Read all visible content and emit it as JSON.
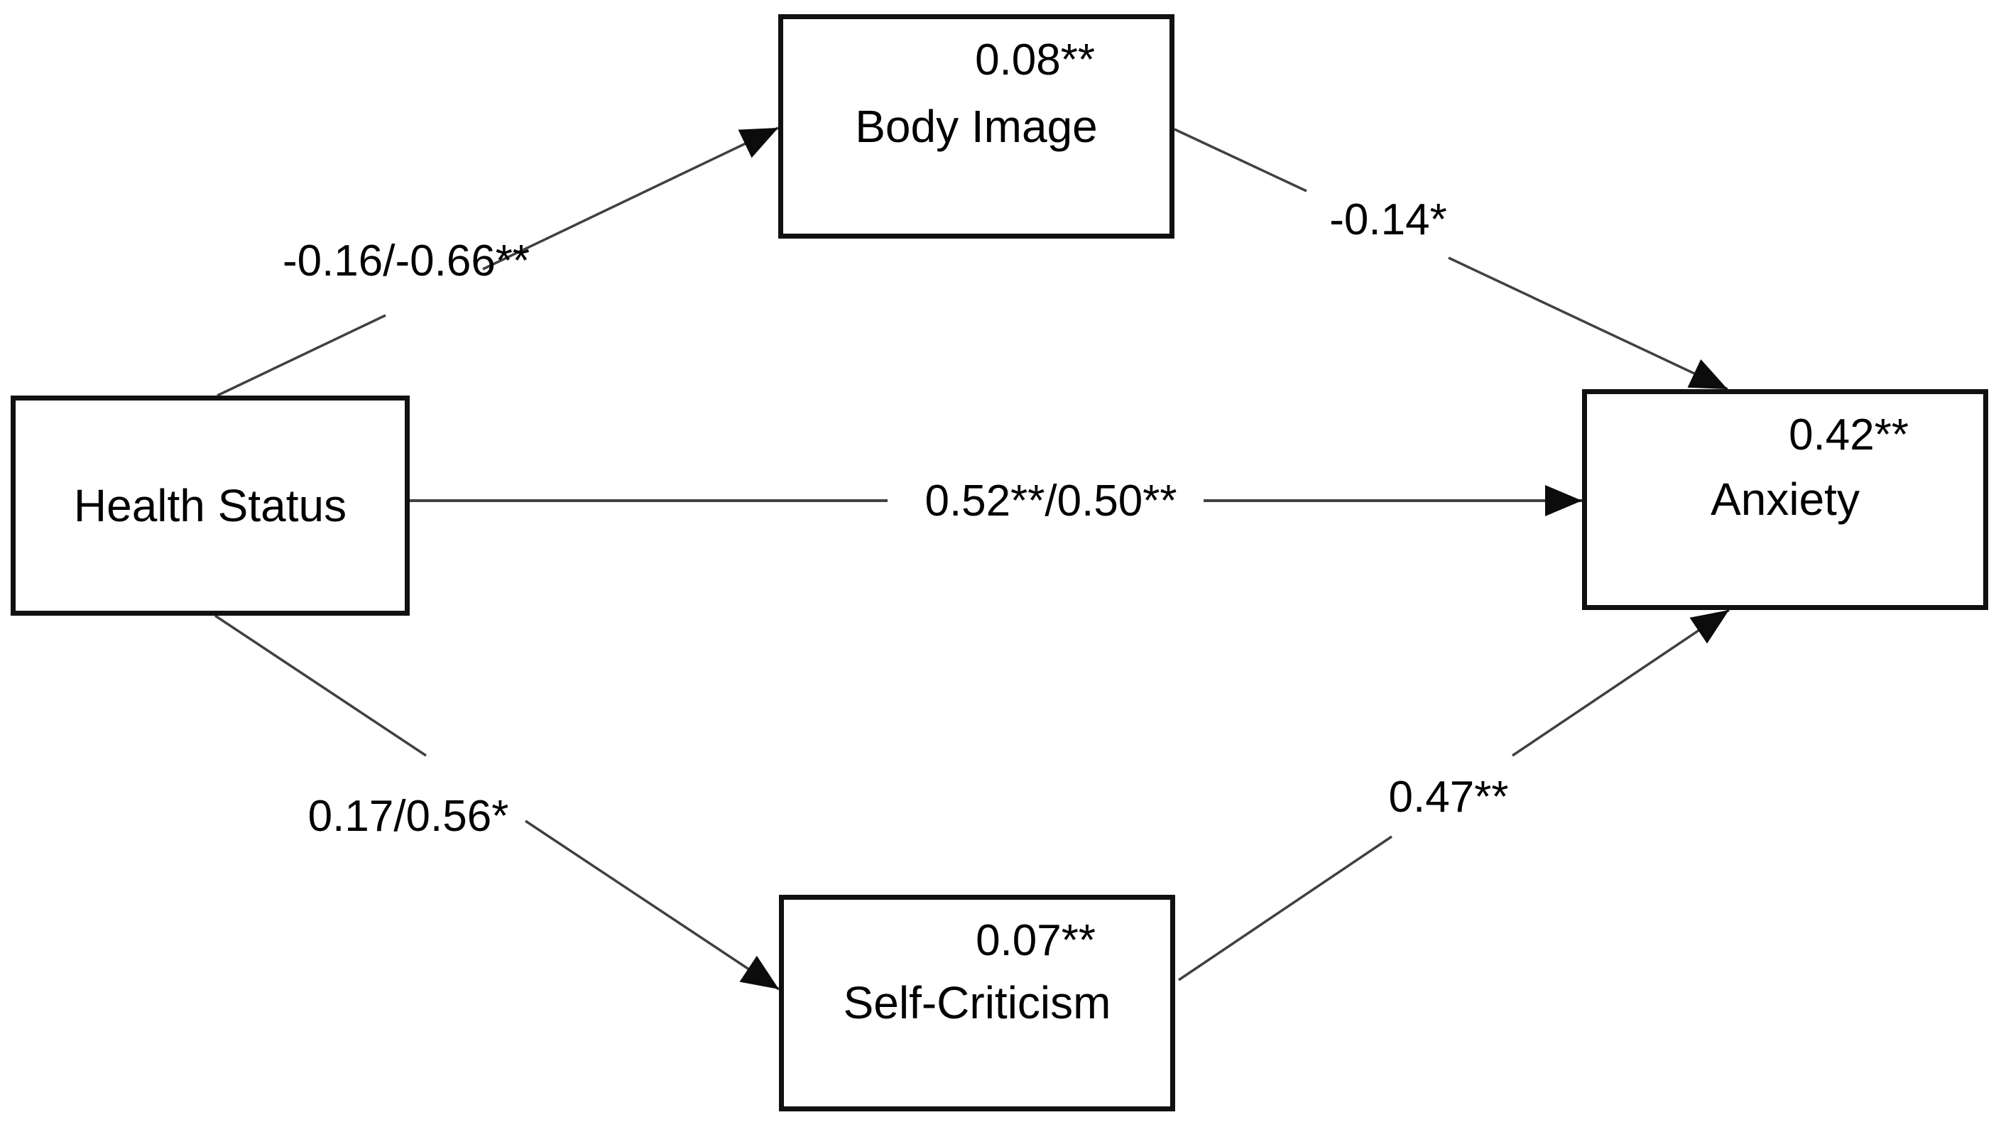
{
  "figure": {
    "nodes": {
      "health_status": {
        "label": "Health Status"
      },
      "body_image": {
        "label": "Body Image",
        "value": "0.08**"
      },
      "self_criticism": {
        "label": "Self-Criticism",
        "value": "0.07**"
      },
      "anxiety": {
        "label": "Anxiety",
        "value": "0.42**"
      }
    },
    "paths": {
      "hs_to_bi": {
        "from": "Health Status",
        "to": "Body Image",
        "label": "-0.16/-0.66**"
      },
      "bi_to_anx": {
        "from": "Body Image",
        "to": "Anxiety",
        "label": "-0.14*"
      },
      "hs_to_anx": {
        "from": "Health Status",
        "to": "Anxiety",
        "label": "0.52**/0.50**"
      },
      "hs_to_sc": {
        "from": "Health Status",
        "to": "Self-Criticism",
        "label": "0.17/0.56*"
      },
      "sc_to_anx": {
        "from": "Self-Criticism",
        "to": "Anxiety",
        "label": "0.47**"
      }
    },
    "colors": {
      "background": "#ffffff",
      "box_border": "#111111",
      "line": "#404040",
      "arrowhead": "#0c0c0c",
      "text": "#000000"
    }
  }
}
